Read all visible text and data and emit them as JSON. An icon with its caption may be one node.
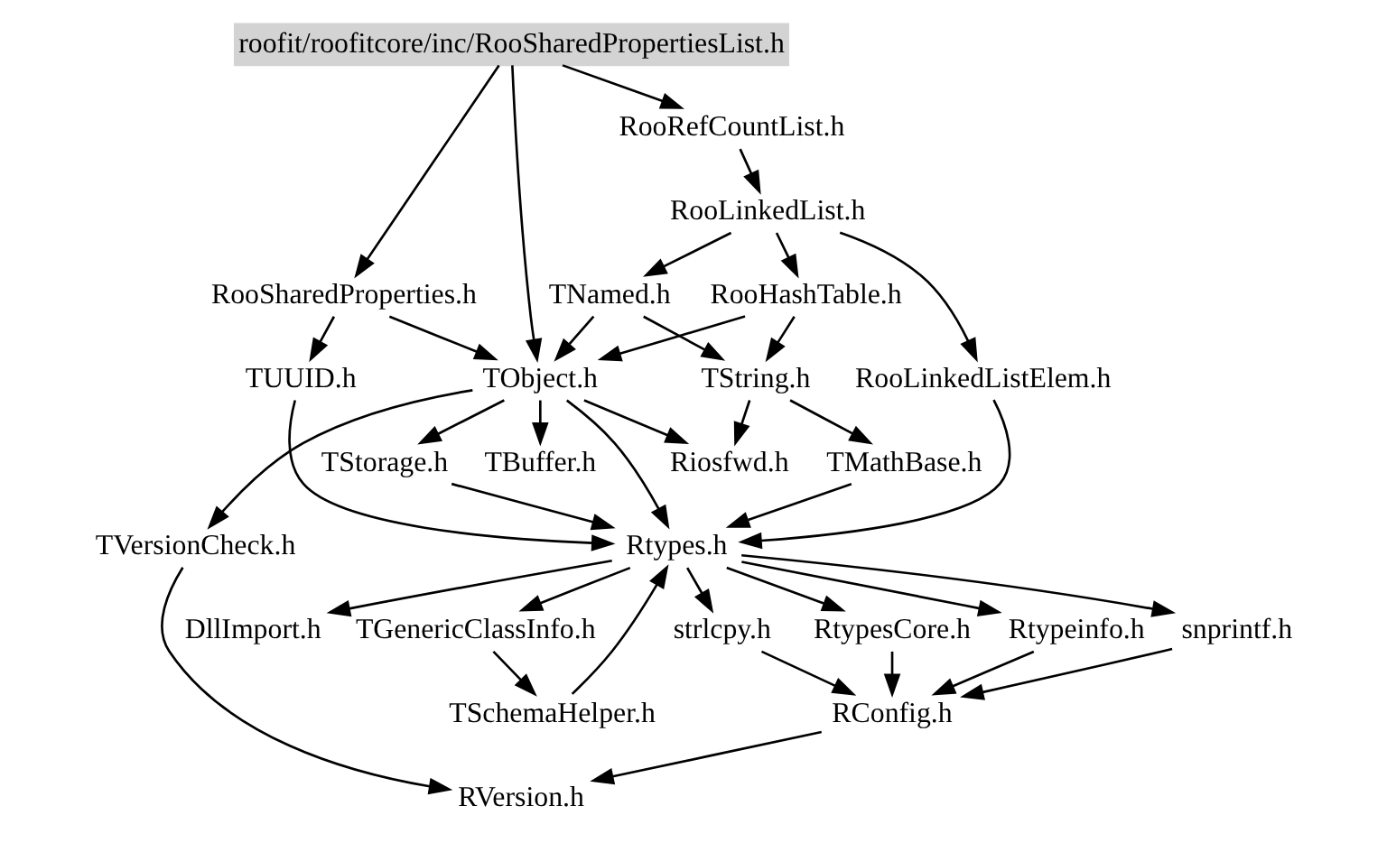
{
  "diagram": {
    "nodes": [
      {
        "text": [
          "roofit/roofitcore/inc/RooSharedPropertiesList.h"
        ]
      },
      {
        "text": [
          "RooRefCountList.h"
        ]
      },
      {
        "text": [
          "RooLinkedList.h"
        ]
      },
      {
        "text": [
          "RooSharedProperties.h"
        ]
      },
      {
        "text": [
          "TNamed.h"
        ]
      },
      {
        "text": [
          "RooHashTable.h"
        ]
      },
      {
        "text": [
          "TUUID.h"
        ]
      },
      {
        "text": [
          "TObject.h"
        ]
      },
      {
        "text": [
          "TString.h"
        ]
      },
      {
        "text": [
          "RooLinkedListElem.h"
        ]
      },
      {
        "text": [
          "TBuffer.h"
        ]
      },
      {
        "text": [
          "TStorage.h"
        ]
      },
      {
        "text": [
          "Riosfwd.h"
        ]
      },
      {
        "text": [
          "TMathBase.h"
        ]
      },
      {
        "text": [
          "TVersionCheck.h"
        ]
      },
      {
        "text": [
          "Rtypes.h"
        ]
      },
      {
        "text": [
          "TGenericClassInfo.h"
        ]
      },
      {
        "text": [
          "strlcpy.h"
        ]
      },
      {
        "text": [
          "RtypesCore.h"
        ]
      },
      {
        "text": [
          "DllImport.h"
        ]
      },
      {
        "text": [
          "Rtypeinfo.h"
        ]
      },
      {
        "text": [
          "snprintf.h"
        ]
      },
      {
        "text": [
          "TSchemaHelper.h"
        ]
      },
      {
        "text": [
          "RConfig.h"
        ]
      },
      {
        "text": [
          "RVersion.h"
        ]
      }
    ],
    "edges": [
      {
        "from": 0,
        "to": 1,
        "arrow": "to"
      },
      {
        "from": 0,
        "to": 3,
        "arrow": "to"
      },
      {
        "from": 0,
        "to": 7,
        "arrow": "to"
      },
      {
        "from": 1,
        "to": 2,
        "arrow": "to"
      },
      {
        "from": 2,
        "to": 4,
        "arrow": "to"
      },
      {
        "from": 2,
        "to": 5,
        "arrow": "to"
      },
      {
        "from": 2,
        "to": 9,
        "arrow": "to"
      },
      {
        "from": 3,
        "to": 6,
        "arrow": "to"
      },
      {
        "from": 3,
        "to": 7,
        "arrow": "to"
      },
      {
        "from": 4,
        "to": 7,
        "arrow": "to"
      },
      {
        "from": 4,
        "to": 8,
        "arrow": "to"
      },
      {
        "from": 5,
        "to": 7,
        "arrow": "to"
      },
      {
        "from": 5,
        "to": 8,
        "arrow": "to"
      },
      {
        "from": 6,
        "to": 15,
        "arrow": "to"
      },
      {
        "from": 7,
        "to": 10,
        "arrow": "to"
      },
      {
        "from": 7,
        "to": 11,
        "arrow": "to"
      },
      {
        "from": 7,
        "to": 12,
        "arrow": "to"
      },
      {
        "from": 7,
        "to": 14,
        "arrow": "to"
      },
      {
        "from": 7,
        "to": 15,
        "arrow": "to"
      },
      {
        "from": 8,
        "to": 12,
        "arrow": "to"
      },
      {
        "from": 8,
        "to": 13,
        "arrow": "to"
      },
      {
        "from": 9,
        "to": 15,
        "arrow": "to"
      },
      {
        "from": 11,
        "to": 15,
        "arrow": "to"
      },
      {
        "from": 13,
        "to": 15,
        "arrow": "to"
      },
      {
        "from": 14,
        "to": 24,
        "arrow": "to"
      },
      {
        "from": 15,
        "to": 16,
        "arrow": "to"
      },
      {
        "from": 15,
        "to": 17,
        "arrow": "to"
      },
      {
        "from": 15,
        "to": 18,
        "arrow": "to"
      },
      {
        "from": 15,
        "to": 19,
        "arrow": "to"
      },
      {
        "from": 15,
        "to": 20,
        "arrow": "to"
      },
      {
        "from": 15,
        "to": 21,
        "arrow": "to"
      },
      {
        "from": 16,
        "to": 22,
        "arrow": "to"
      },
      {
        "from": 22,
        "to": 15,
        "arrow": "to"
      },
      {
        "from": 17,
        "to": 23,
        "arrow": "to"
      },
      {
        "from": 18,
        "to": 23,
        "arrow": "to"
      },
      {
        "from": 20,
        "to": 23,
        "arrow": "to"
      },
      {
        "from": 21,
        "to": 23,
        "arrow": "to"
      },
      {
        "from": 23,
        "to": 24,
        "arrow": "to"
      }
    ]
  }
}
